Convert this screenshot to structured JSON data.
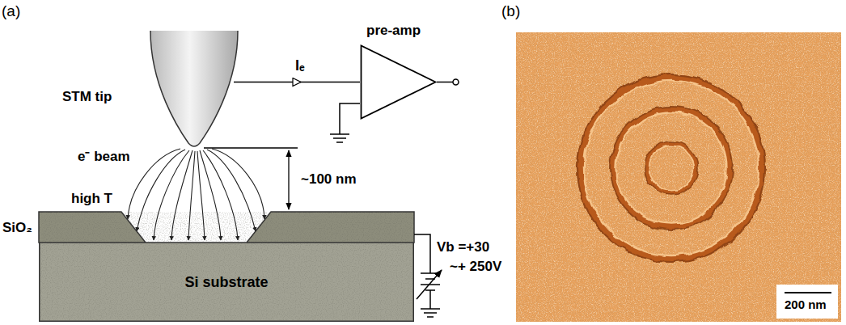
{
  "diagram": {
    "nodes": [
      {
        "text": [
          "STM tip"
        ]
      },
      {
        "text": [
          "pre-amp"
        ]
      },
      {
        "text": [
          "Si substrate"
        ]
      }
    ],
    "edges": [
      {
        "from": 0,
        "to": 1,
        "arrow": "to",
        "label": "Iₑ"
      }
    ],
    "labels": [
      "(a)",
      "(b)",
      "e⁻ beam",
      "~100 nm",
      "high T",
      "SiO₂",
      "Vb =+30",
      "~+ 250V",
      "200 nm"
    ]
  }
}
